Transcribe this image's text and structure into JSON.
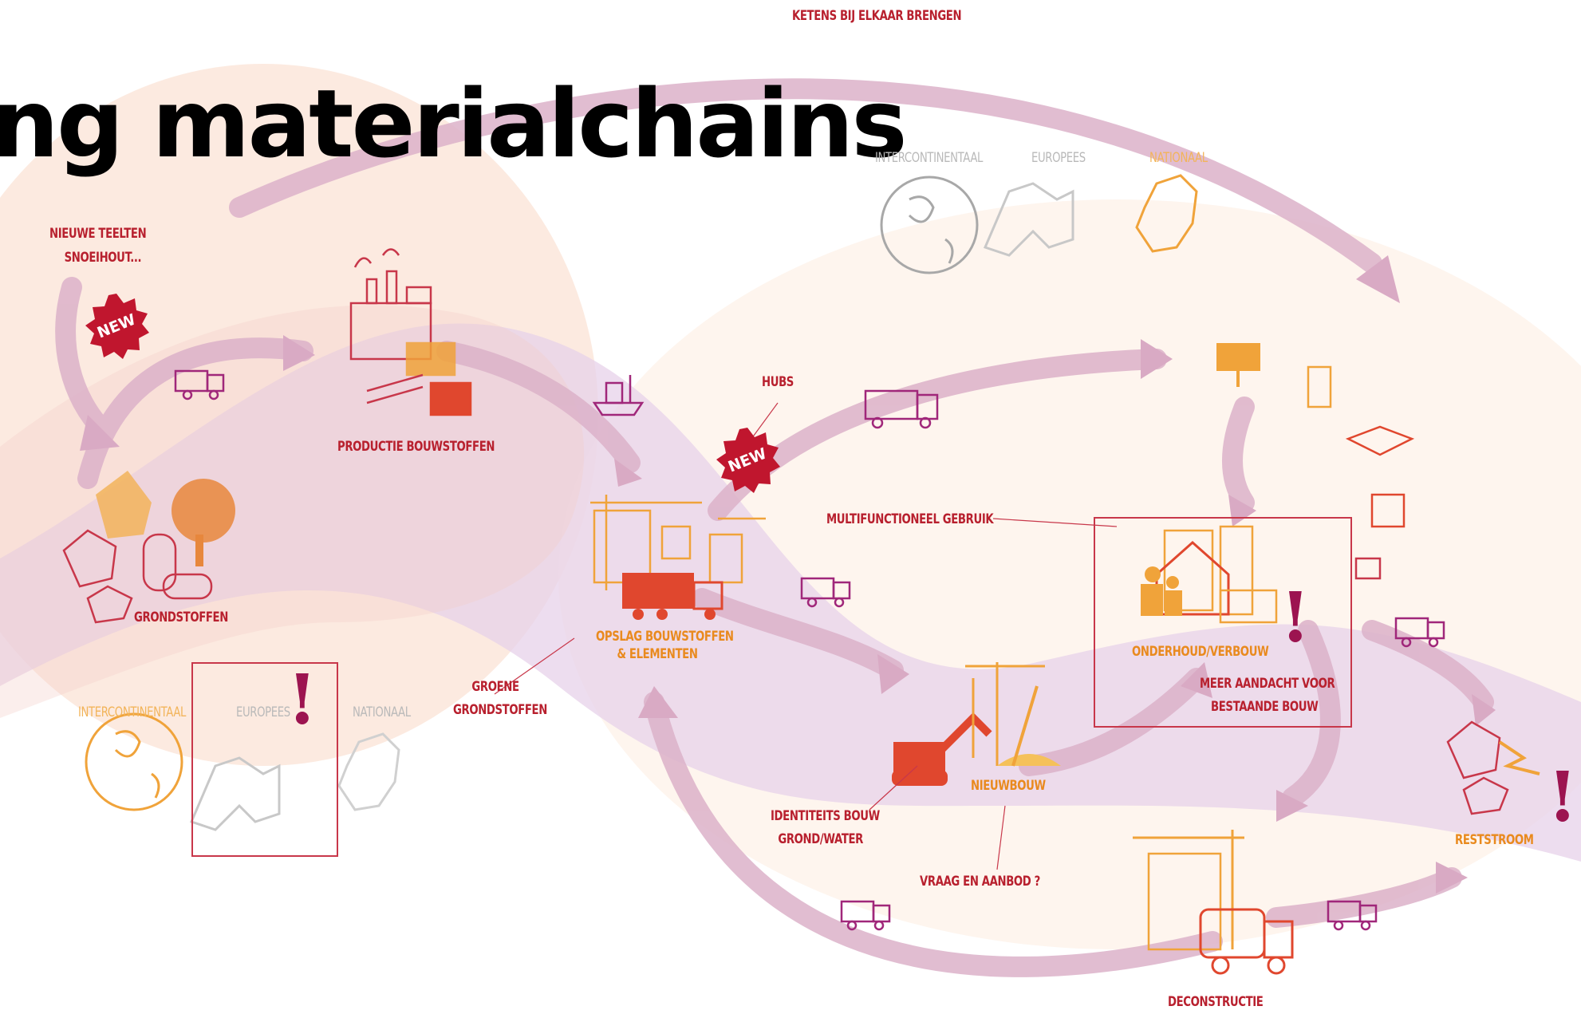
{
  "title": "ng materialchains",
  "labels": {
    "chains_together": "KETENS BIJ ELKAAR BRENGEN",
    "new_crops_1": "NIEUWE TEELTEN",
    "new_crops_2": "SNOEIHOUT...",
    "production": "PRODUCTIE BOUWSTOFFEN",
    "raw_materials": "GRONDSTOFFEN",
    "hubs": "HUBS",
    "storage_1": "OPSLAG BOUWSTOFFEN",
    "storage_2": "& ELEMENTEN",
    "multifunctional": "MULTIFUNCTIONEEL GEBRUIK",
    "maintenance": "ONDERHOUD/VERBOUW",
    "existing_1": "MEER AANDACHT VOOR",
    "existing_2": "BESTAANDE BOUW",
    "green_1": "GROENE",
    "green_2": "GRONDSTOFFEN",
    "new_build": "NIEUWBOUW",
    "identity_1": "IDENTITEITS BOUW",
    "identity_2": "GROND/WATER",
    "supply_demand": "VRAAG EN AANBOD ?",
    "deconstruction": "DECONSTRUCTIE",
    "residual": "RESTSTROOM"
  },
  "scale_top": {
    "intercontinental": "INTERCONTINENTAAL",
    "european": "EUROPEES",
    "national": "NATIONAAL"
  },
  "scale_bottom": {
    "intercontinental": "INTERCONTINENTAAL",
    "european": "EUROPEES",
    "national": "NATIONAAL"
  },
  "badges": {
    "new_left": "NEW",
    "new_hubs": "NEW"
  },
  "exclamation": "!",
  "colors": {
    "red": "#b8202e",
    "orange": "#e98a1e",
    "purple": "#a0277a",
    "arrow": "#d7a8c3",
    "band_purple": "#e6d3ea",
    "band_peach": "#fbe8dc"
  }
}
